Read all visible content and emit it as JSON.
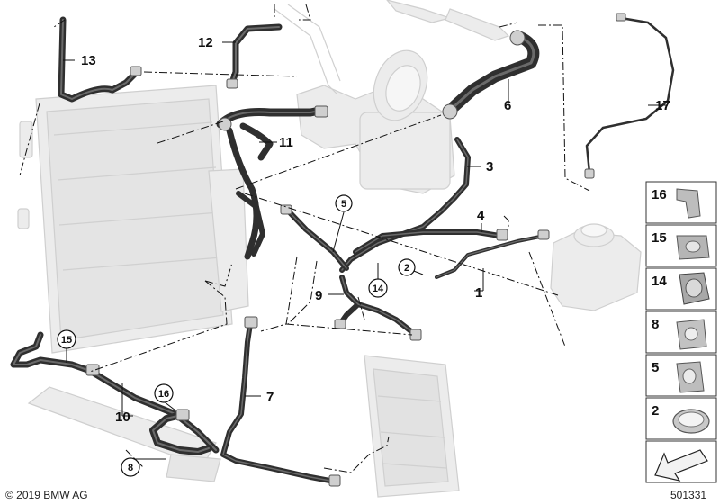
{
  "diagram": {
    "callouts": [
      "1",
      "2",
      "3",
      "4",
      "5",
      "6",
      "7",
      "8",
      "9",
      "10",
      "11",
      "12",
      "13",
      "14",
      "15",
      "16",
      "17"
    ],
    "circled_callouts": {
      "c2": "2",
      "c5": "5",
      "c8": "8",
      "c14": "14",
      "c15": "15",
      "c16": "16"
    },
    "legend_panels": [
      "16",
      "15",
      "14",
      "8",
      "5",
      "2"
    ],
    "copyright": "© 2019 BMW AG",
    "diagram_number": "501331"
  }
}
